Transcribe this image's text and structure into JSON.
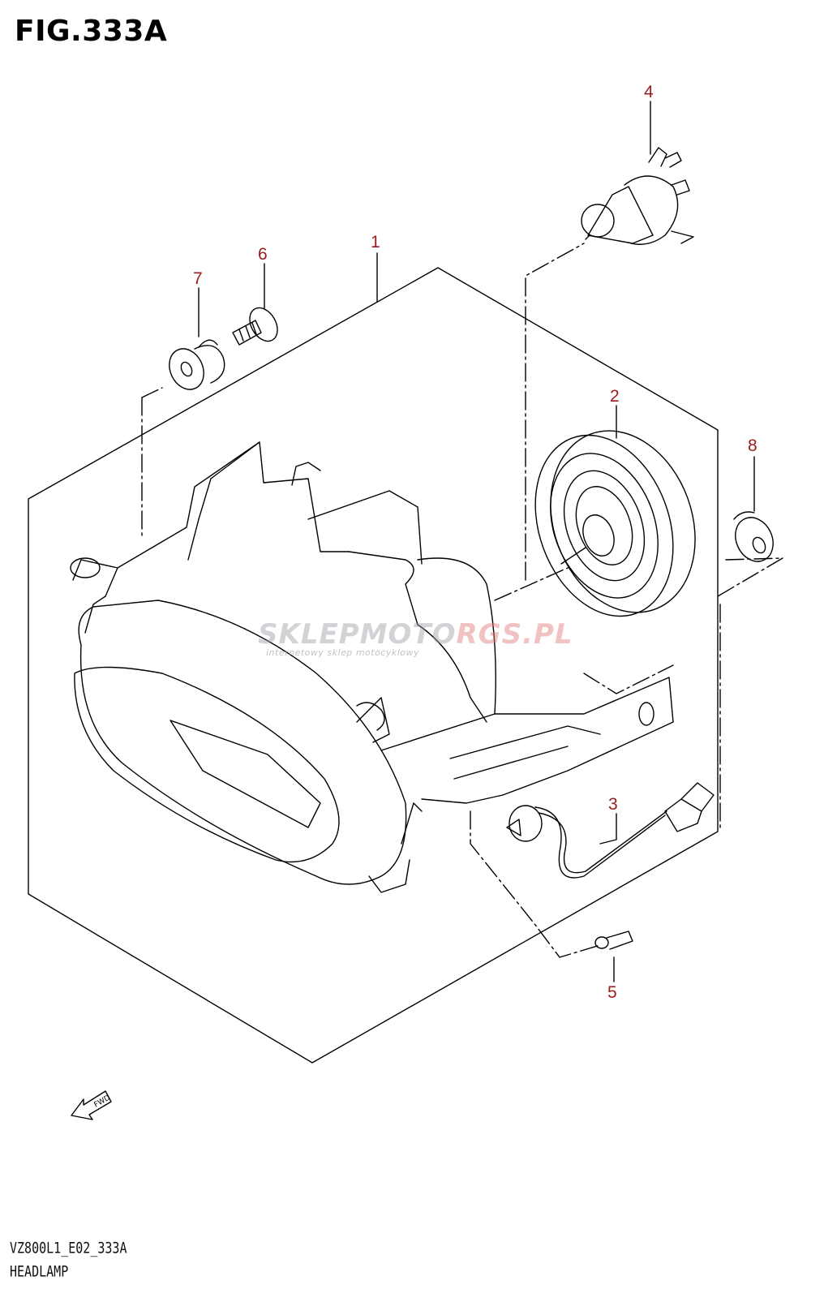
{
  "figure": {
    "title": "FIG.333A",
    "code": "VZ800L1_E02_333A",
    "caption": "HEADLAMP"
  },
  "callouts": [
    "1",
    "2",
    "3",
    "4",
    "5",
    "6",
    "7",
    "8"
  ],
  "fwd_label": "FWD",
  "watermark": {
    "brand_part1": "SKLEPMOTO",
    "brand_part2": "RGS.PL",
    "tagline": "internetowy sklep motocyklowy"
  },
  "colors": {
    "callout": "#9b1b1b",
    "lines": "#000000",
    "background": "#ffffff"
  }
}
